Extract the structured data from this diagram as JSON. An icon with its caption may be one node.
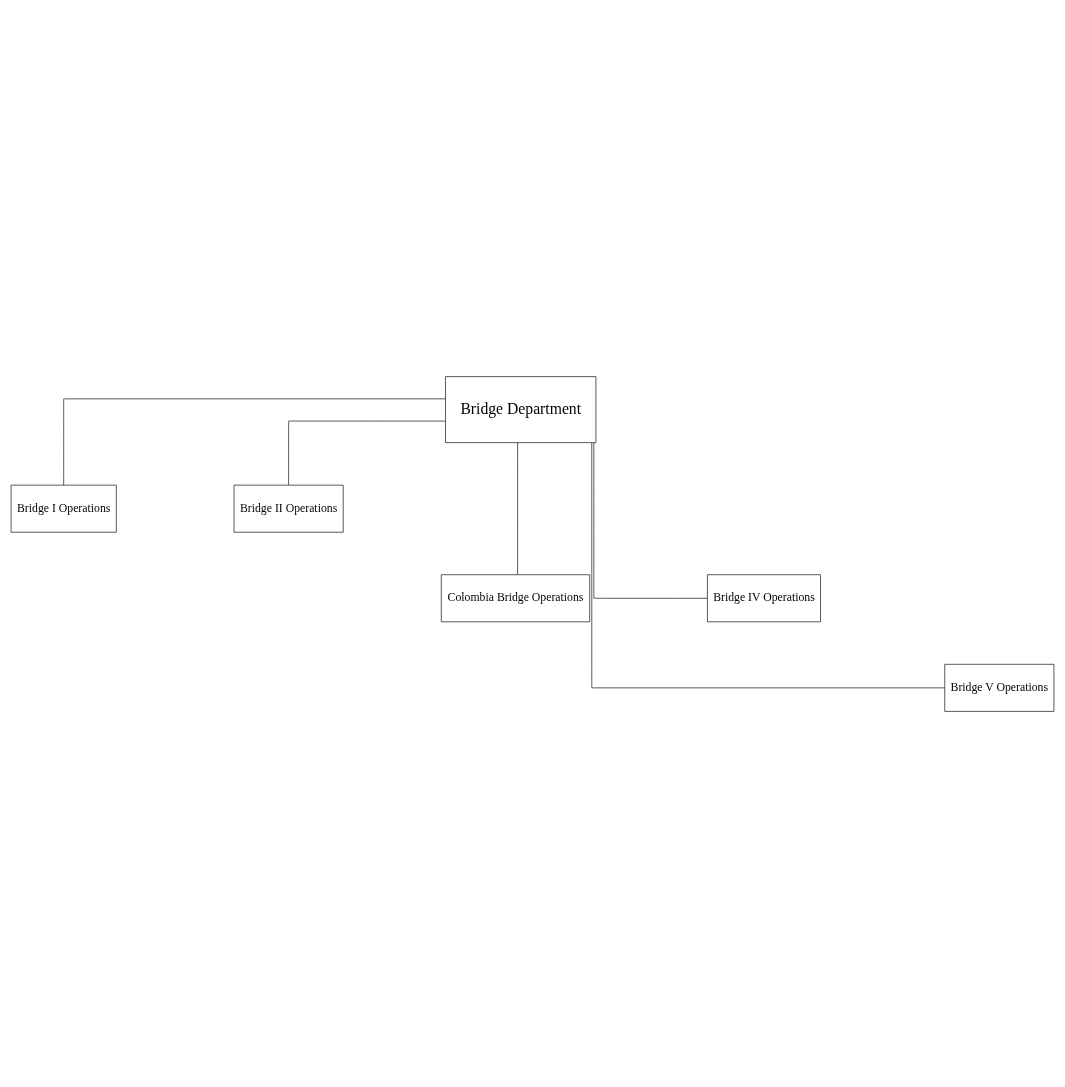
{
  "diagram": {
    "nodes": [
      {
        "text": [
          "Bridge Department"
        ]
      },
      {
        "text": [
          "Bridge I Operations"
        ]
      },
      {
        "text": [
          "Bridge II Operations"
        ]
      },
      {
        "text": [
          "Colombia Bridge Operations"
        ]
      },
      {
        "text": [
          "Bridge IV Operations"
        ]
      },
      {
        "text": [
          "Bridge V Operations"
        ]
      }
    ],
    "edges": [
      {
        "from": 0,
        "to": 1,
        "arrow": "none"
      },
      {
        "from": 0,
        "to": 2,
        "arrow": "none"
      },
      {
        "from": 0,
        "to": 3,
        "arrow": "none"
      },
      {
        "from": 0,
        "to": 4,
        "arrow": "none"
      },
      {
        "from": 0,
        "to": 5,
        "arrow": "none"
      }
    ]
  }
}
